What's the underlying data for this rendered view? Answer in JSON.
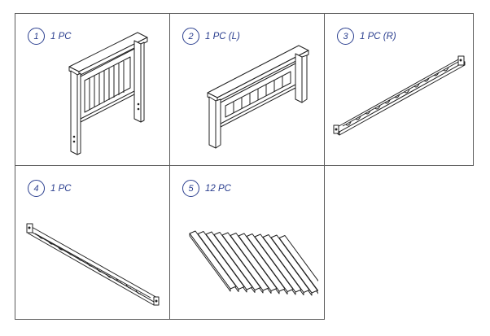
{
  "parts": [
    {
      "number": "1",
      "quantity": "1 PC",
      "icon": "headboard-icon"
    },
    {
      "number": "2",
      "quantity": "1 PC (L)",
      "icon": "footboard-icon"
    },
    {
      "number": "3",
      "quantity": "1 PC (R)",
      "icon": "side-rail-right-icon"
    },
    {
      "number": "4",
      "quantity": "1 PC",
      "icon": "side-rail-left-icon"
    },
    {
      "number": "5",
      "quantity": "12 PC",
      "icon": "slats-icon"
    }
  ]
}
